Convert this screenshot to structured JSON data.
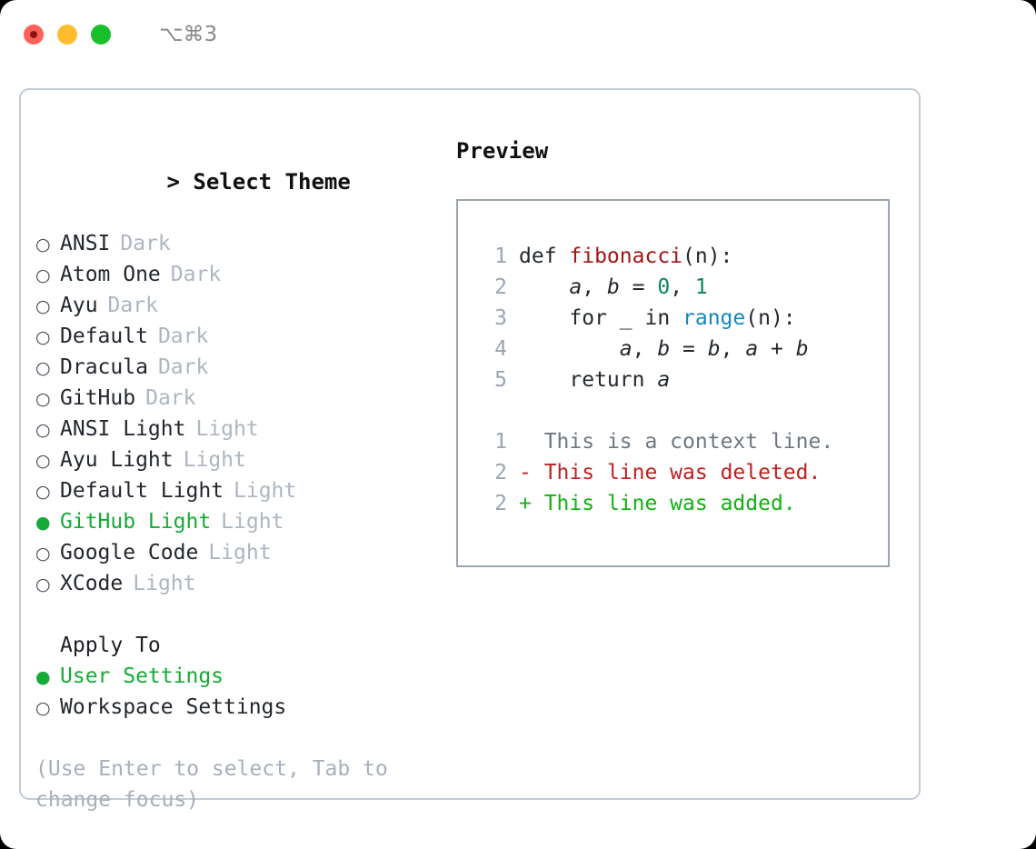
{
  "window": {
    "shortcut": "⌥⌘3",
    "traffic_lights": [
      "close",
      "minimize",
      "maximize"
    ]
  },
  "theme_section": {
    "caret": "> ",
    "header": "Select Theme",
    "marker_unselected": "○",
    "marker_selected": "●",
    "items": [
      {
        "label": "ANSI",
        "tag": "Dark",
        "selected": false
      },
      {
        "label": "Atom One",
        "tag": "Dark",
        "selected": false
      },
      {
        "label": "Ayu",
        "tag": "Dark",
        "selected": false
      },
      {
        "label": "Default",
        "tag": "Dark",
        "selected": false
      },
      {
        "label": "Dracula",
        "tag": "Dark",
        "selected": false
      },
      {
        "label": "GitHub",
        "tag": "Dark",
        "selected": false
      },
      {
        "label": "ANSI Light",
        "tag": "Light",
        "selected": false
      },
      {
        "label": "Ayu Light",
        "tag": "Light",
        "selected": false
      },
      {
        "label": "Default Light",
        "tag": "Light",
        "selected": false
      },
      {
        "label": "GitHub Light",
        "tag": "Light",
        "selected": true
      },
      {
        "label": "Google Code",
        "tag": "Light",
        "selected": false
      },
      {
        "label": "XCode",
        "tag": "Light",
        "selected": false
      }
    ]
  },
  "apply_section": {
    "header": "Apply To",
    "items": [
      {
        "label": "User Settings",
        "selected": true
      },
      {
        "label": "Workspace Settings",
        "selected": false
      }
    ]
  },
  "hint": "(Use Enter to select, Tab to change focus)",
  "preview": {
    "title": "Preview",
    "code_lines": [
      {
        "lineno": "1",
        "tokens": [
          {
            "text": "def ",
            "kind": "def"
          },
          {
            "text": "fibonacci",
            "kind": "fn"
          },
          {
            "text": "(n):",
            "kind": "plain"
          }
        ]
      },
      {
        "lineno": "2",
        "tokens": [
          {
            "text": "    ",
            "kind": "plain"
          },
          {
            "text": "a",
            "kind": "var"
          },
          {
            "text": ", ",
            "kind": "plain"
          },
          {
            "text": "b",
            "kind": "var"
          },
          {
            "text": " = ",
            "kind": "plain"
          },
          {
            "text": "0",
            "kind": "num"
          },
          {
            "text": ", ",
            "kind": "plain"
          },
          {
            "text": "1",
            "kind": "num"
          }
        ]
      },
      {
        "lineno": "3",
        "tokens": [
          {
            "text": "    for _ in ",
            "kind": "def"
          },
          {
            "text": "range",
            "kind": "builtin"
          },
          {
            "text": "(n):",
            "kind": "plain"
          }
        ]
      },
      {
        "lineno": "4",
        "tokens": [
          {
            "text": "        ",
            "kind": "plain"
          },
          {
            "text": "a",
            "kind": "var"
          },
          {
            "text": ", ",
            "kind": "plain"
          },
          {
            "text": "b",
            "kind": "var"
          },
          {
            "text": " = ",
            "kind": "plain"
          },
          {
            "text": "b",
            "kind": "var"
          },
          {
            "text": ", ",
            "kind": "plain"
          },
          {
            "text": "a",
            "kind": "var"
          },
          {
            "text": " + ",
            "kind": "plain"
          },
          {
            "text": "b",
            "kind": "var"
          }
        ]
      },
      {
        "lineno": "5",
        "tokens": [
          {
            "text": "    return ",
            "kind": "def"
          },
          {
            "text": "a",
            "kind": "var"
          }
        ]
      }
    ],
    "diff_lines": [
      {
        "lineno": "1",
        "marker": "  ",
        "text": "This is a context line.",
        "kind": "context"
      },
      {
        "lineno": "2",
        "marker": "- ",
        "text": "This line was deleted.",
        "kind": "del"
      },
      {
        "lineno": "2",
        "marker": "+ ",
        "text": "This line was added.",
        "kind": "add"
      }
    ]
  },
  "colors": {
    "accent_green": "#16ab36",
    "muted": "#adb6c0",
    "hint": "#a7b0bb",
    "panel_border": "#c3ccd6",
    "preview_border": "#9aa5b1",
    "diff_add": "#13b112",
    "diff_del": "#c02020",
    "fn_name": "#a31515",
    "number": "#098658",
    "builtin": "#1289b8",
    "traffic_red": "#ff6058",
    "traffic_yellow": "#ffbd2e",
    "traffic_green": "#1ac02a"
  }
}
